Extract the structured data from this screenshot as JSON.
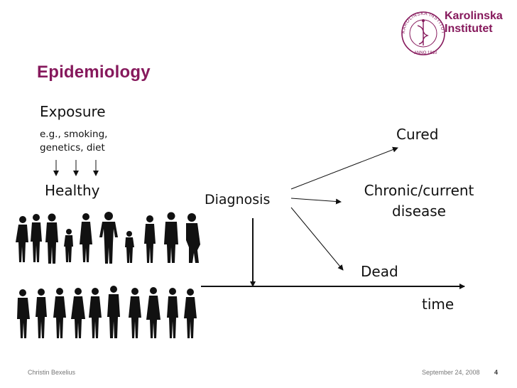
{
  "slide": {
    "title": "Epidemiology",
    "exposure_label": "Exposure",
    "exposure_examples_line1": "e.g., smoking,",
    "exposure_examples_line2": "genetics, diet",
    "healthy_label": "Healthy",
    "diagnosis_label": "Diagnosis",
    "outcomes": {
      "cured": "Cured",
      "chronic_line1": "Chronic/current",
      "chronic_line2": "disease",
      "dead": "Dead"
    },
    "time_label": "time"
  },
  "logo": {
    "line1": "Karolinska",
    "line2": "Institutet",
    "seal_text": "KAROLINSKA INSTITUTET · ANNO 1810",
    "color": "#86195c"
  },
  "footer": {
    "author": "Christin Bexelius",
    "date": "September 24, 2008",
    "page": "4"
  },
  "colors": {
    "title": "#86195c",
    "text": "#111111",
    "footer": "#777777"
  }
}
